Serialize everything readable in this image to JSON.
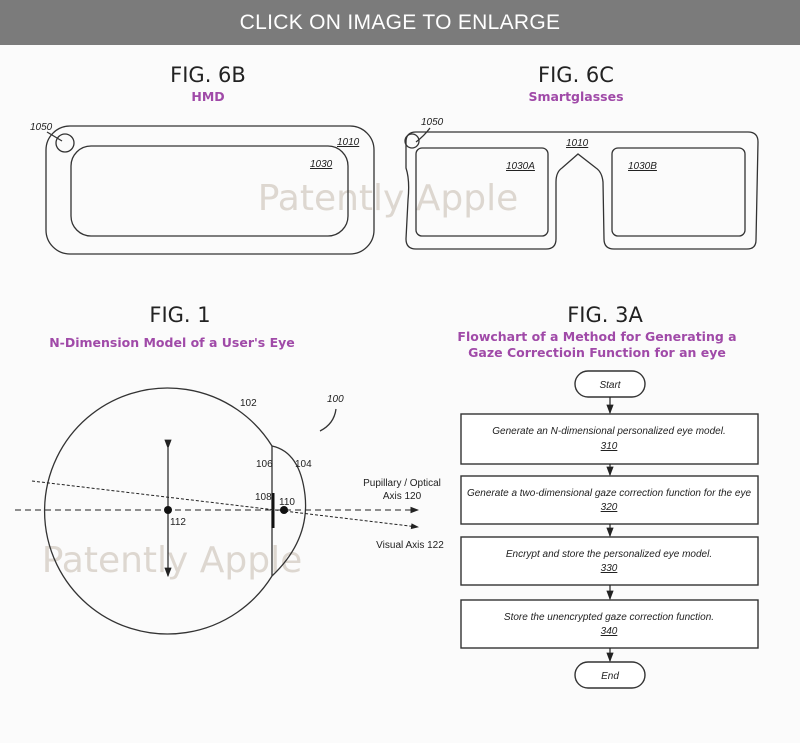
{
  "banner": {
    "label": "CLICK ON IMAGE TO ENLARGE"
  },
  "fig6b": {
    "title": "FIG. 6B",
    "subtitle": "HMD",
    "labels": {
      "sensor": "1050",
      "frame": "1010",
      "display": "1030"
    }
  },
  "fig6c": {
    "title": "FIG. 6C",
    "subtitle": "Smartglasses",
    "labels": {
      "sensor": "1050",
      "frame": "1010",
      "left_display": "1030A",
      "right_display": "1030B"
    }
  },
  "fig1": {
    "title": "FIG. 1",
    "subtitle": "N-Dimension Model of a User's Eye",
    "labels": {
      "ref": "100",
      "eyeball": "102",
      "cornea": "104",
      "iris": "106",
      "pupil": "108",
      "point110": "110",
      "center": "112"
    },
    "axes": {
      "optical_line1": "Pupillary / Optical",
      "optical_line2": "Axis 120",
      "visual": "Visual Axis 122"
    }
  },
  "fig3a": {
    "title": "FIG. 3A",
    "subtitle_line1": "Flowchart of a Method for Generating a",
    "subtitle_line2": "Gaze Correctioin Function for an eye",
    "start": "Start",
    "end": "End",
    "steps": [
      {
        "text": "Generate an N-dimensional personalized eye model.",
        "ref": "310"
      },
      {
        "text": "Generate a two-dimensional gaze correction function for the eye",
        "ref": "320"
      },
      {
        "text": "Encrypt and store the personalized eye model.",
        "ref": "330"
      },
      {
        "text": "Store the unencrypted gaze correction function.",
        "ref": "340"
      }
    ]
  },
  "watermark": "Patently Apple",
  "colors": {
    "banner": "#7b7b7b",
    "subtitle": "#a04aa8",
    "watermark": "#ddd7d0"
  }
}
